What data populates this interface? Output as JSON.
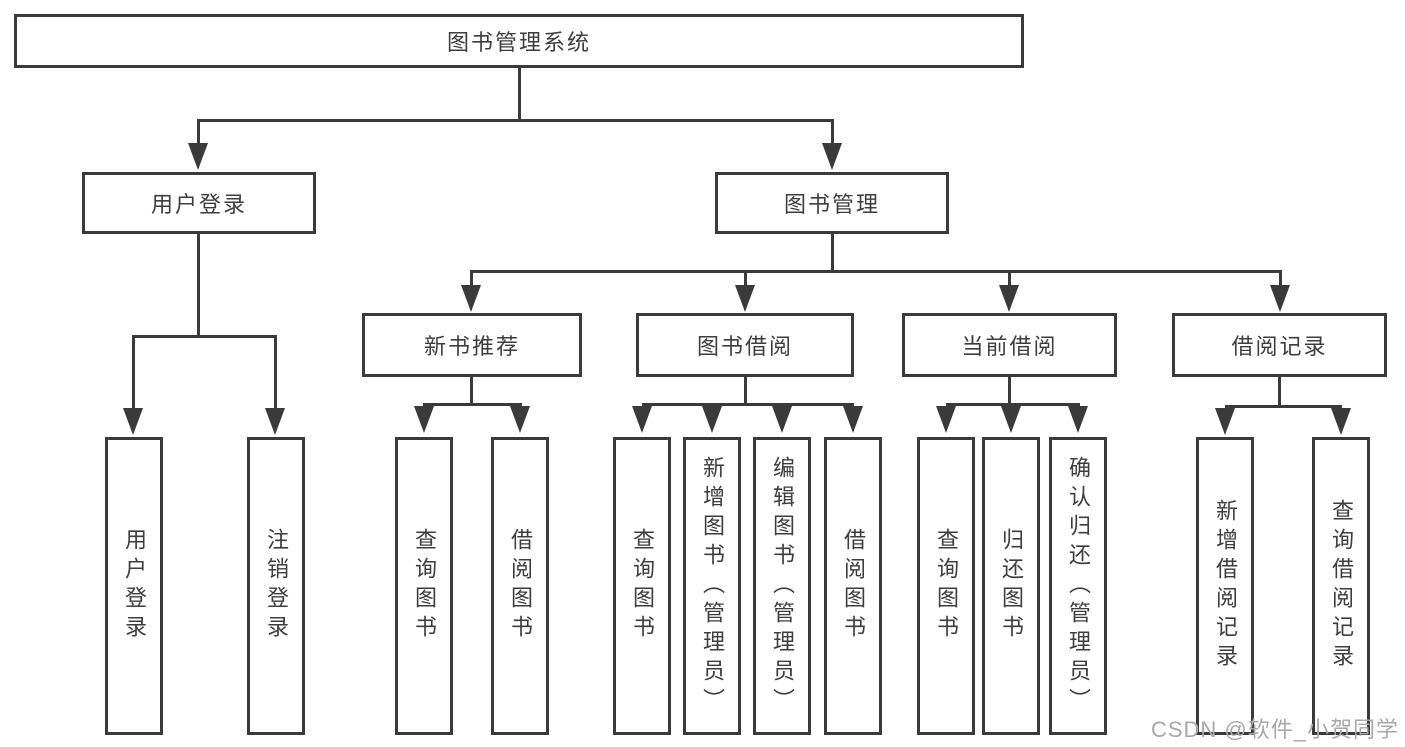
{
  "tree": {
    "label": "图书管理系统",
    "children": [
      {
        "label": "用户登录",
        "children": [
          {
            "label": "用户登录"
          },
          {
            "label": "注销登录"
          }
        ]
      },
      {
        "label": "图书管理",
        "children": [
          {
            "label": "新书推荐",
            "children": [
              {
                "label": "查询图书"
              },
              {
                "label": "借阅图书"
              }
            ]
          },
          {
            "label": "图书借阅",
            "children": [
              {
                "label": "查询图书"
              },
              {
                "label": "新增图书（管理员）"
              },
              {
                "label": "编辑图书（管理员）"
              },
              {
                "label": "借阅图书"
              }
            ]
          },
          {
            "label": "当前借阅",
            "children": [
              {
                "label": "查询图书"
              },
              {
                "label": "归还图书"
              },
              {
                "label": "确认归还（管理员）"
              }
            ]
          },
          {
            "label": "借阅记录",
            "children": [
              {
                "label": "新增借阅记录"
              },
              {
                "label": "查询借阅记录"
              }
            ]
          }
        ]
      }
    ]
  },
  "watermark": "CSDN @软件_小贺同学",
  "colors": {
    "line": "#3a3a3a",
    "text": "#3d3d3d",
    "bg": "#ffffff",
    "watermark": "#a8a8a8"
  }
}
